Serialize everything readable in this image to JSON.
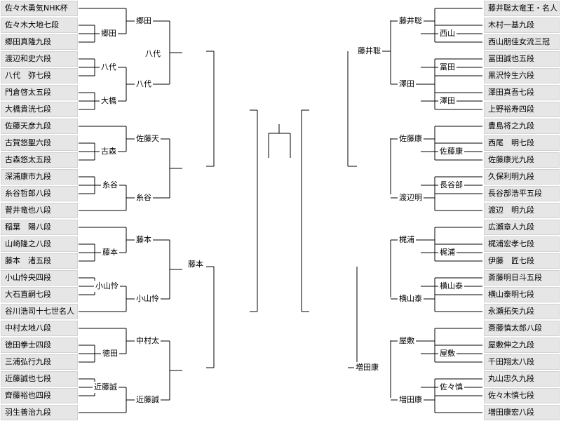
{
  "left_players": [
    "佐々木勇気NHK杯",
    "佐々木大地七段",
    "郷田真隆九段",
    "渡辺和史六段",
    "八代　弥七段",
    "門倉啓太五段",
    "大橋貴洸七段",
    "佐藤天彦九段",
    "古賀悠聖六段",
    "古森悠太五段",
    "深浦康市九段",
    "糸谷哲郎八段",
    "菅井竜也八段",
    "稲葉　陽八段",
    "山崎隆之八段",
    "藤本　渚五段",
    "小山怜央四段",
    "大石直嗣七段",
    "谷川浩司十七世名人",
    "中村太地八段",
    "徳田拳士四段",
    "三浦弘行九段",
    "近藤誠也七段",
    "齊藤裕也四段",
    "羽生善治九段"
  ],
  "right_players": [
    "藤井聡太竜王・名人",
    "木村一基九段",
    "西山朋佳女流三冠",
    "冨田誠也五段",
    "黒沢怜生六段",
    "澤田真吾七段",
    "上野裕寿四段",
    "豊島将之九段",
    "西尾　明七段",
    "佐藤康光九段",
    "久保利明九段",
    "長谷部浩平五段",
    "渡辺　明九段",
    "広瀬章人九段",
    "梶浦宏孝七段",
    "伊藤　匠七段",
    "斎藤明日斗五段",
    "横山泰明七段",
    "永瀬拓矢九段",
    "斎藤慎太郎八段",
    "屋敷伸之九段",
    "千田翔太八段",
    "丸山忠久九段",
    "佐々木慎七段",
    "増田康宏八段"
  ],
  "left_r1": [
    "郷田",
    "八代",
    "大橋",
    "古森",
    "糸谷",
    "藤本",
    "小山怜",
    "徳田",
    "近藤誠"
  ],
  "left_r2": [
    "郷田",
    "八代",
    "佐藤天",
    "糸谷",
    "藤本",
    "小山怜",
    "中村太",
    "近藤誠"
  ],
  "left_r3": [
    "八代",
    "藤本"
  ],
  "right_r1": [
    "西山",
    "冨田",
    "澤田",
    "佐藤康",
    "長谷部",
    "梶浦",
    "横山泰",
    "屋敷",
    "佐々慎"
  ],
  "right_r2": [
    "藤井聡",
    "澤田",
    "佐藤康",
    "渡辺明",
    "梶浦",
    "横山泰",
    "屋敷",
    "増田康"
  ],
  "right_r3": [
    "藤井聡",
    "増田康"
  ]
}
